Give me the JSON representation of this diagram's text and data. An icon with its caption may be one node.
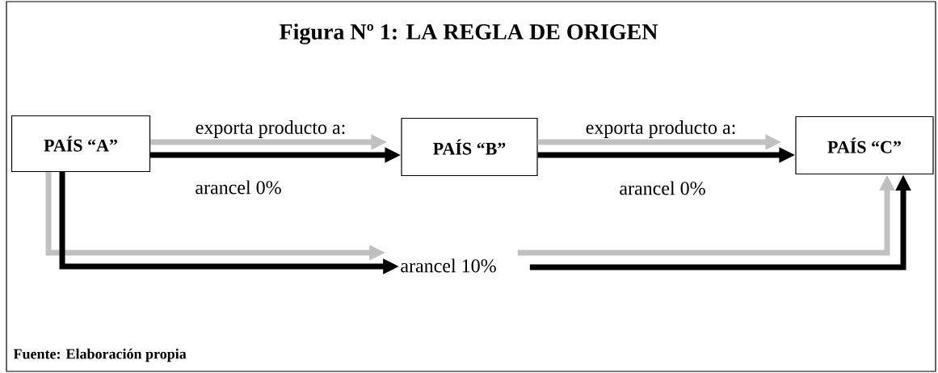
{
  "diagram": {
    "title": "Figura Nº 1: LA REGLA DE ORIGEN",
    "caption": "Fuente: Elaboración propia",
    "nodes": [
      {
        "text": [
          "PAÍS “A”"
        ]
      },
      {
        "text": [
          "PAÍS “B”"
        ]
      },
      {
        "text": [
          "PAÍS “C”"
        ]
      },
      {
        "text": [
          "arancel 10%"
        ]
      }
    ],
    "edges": [
      {
        "from": 0,
        "to": 1,
        "arrow": "to",
        "label": "exporta producto a:",
        "color": "#c0c0c0"
      },
      {
        "from": 0,
        "to": 1,
        "arrow": "to",
        "label": "arancel 0%",
        "color": "#000000"
      },
      {
        "from": 1,
        "to": 2,
        "arrow": "to",
        "label": "exporta producto a:",
        "color": "#c0c0c0"
      },
      {
        "from": 1,
        "to": 2,
        "arrow": "to",
        "label": "arancel 0%",
        "color": "#000000"
      },
      {
        "from": 0,
        "to": 3,
        "arrow": "to",
        "color": "#c0c0c0"
      },
      {
        "from": 0,
        "to": 3,
        "arrow": "to",
        "color": "#000000"
      },
      {
        "from": 3,
        "to": 2,
        "arrow": "to",
        "color": "#c0c0c0"
      },
      {
        "from": 3,
        "to": 2,
        "arrow": "to",
        "color": "#000000"
      }
    ]
  }
}
